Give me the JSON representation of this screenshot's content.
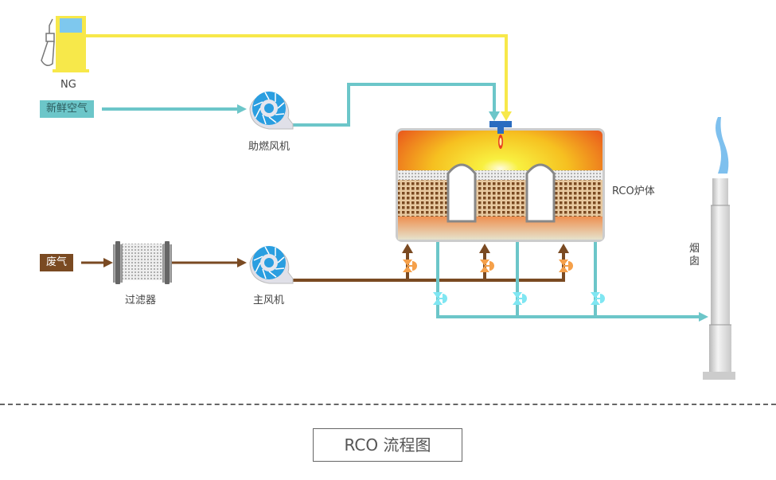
{
  "title": "RCO 流程图",
  "labels": {
    "ng": "NG",
    "fresh_air": "新鲜空气",
    "combustion_fan": "助燃风机",
    "exhaust_gas": "废气",
    "filter": "过滤器",
    "main_fan": "主风机",
    "rco_furnace": "RCO炉体",
    "chimney_line1": "烟",
    "chimney_line2": "囱"
  },
  "colors": {
    "gas_line": "#f7e84a",
    "air_line": "#6cc6c9",
    "exhaust_line": "#7a4a22",
    "fresh_air_tag": "#6cc6c9",
    "exhaust_tag": "#7a4a22",
    "fan_blue": "#2a9ee0",
    "valve_orange": "#f5a04a",
    "valve_cyan": "#7fe6f2",
    "flame_blue": "#7ec0ee"
  },
  "icons": {
    "gas_pump": "gas-pump-icon",
    "fan": "centrifugal-fan-icon",
    "filter": "filter-cartridge-icon",
    "valve": "butterfly-valve-icon",
    "burner": "burner-icon",
    "chimney": "chimney-icon"
  }
}
